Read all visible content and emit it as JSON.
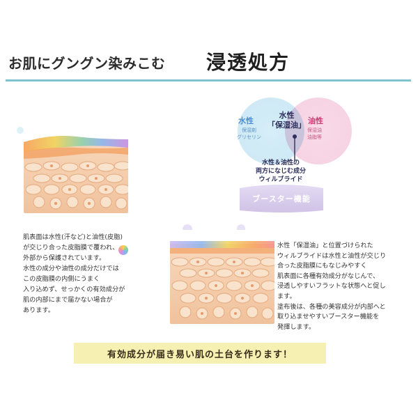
{
  "header": {
    "title_left": "お肌にグングン染みこむ",
    "title_right": "浸透処方"
  },
  "venn": {
    "left": {
      "title": "水性",
      "sub": [
        "保湿剤",
        "グリセリン"
      ]
    },
    "center": {
      "title": [
        "水性",
        "「保湿油」"
      ]
    },
    "right": {
      "title": "油性",
      "sub": [
        "保湿油",
        "油脂等"
      ]
    },
    "note": [
      "水性＆油性の",
      "両方になじむ成分",
      "ウィルブライド"
    ],
    "booster": "ブースター機能"
  },
  "left_text": [
    "肌表面は水性(汗など)と油性(皮脂)",
    "が交じり合った皮脂膜で覆われ、",
    "外部から保護されています。",
    "水性の成分や油性の成分だけでは",
    "この皮脂膜の内側にうまく",
    "入り込めず、せっかくの有効成分が",
    "肌の内部にまで届かない場合が",
    "あります。"
  ],
  "right_text": [
    "水性「保湿油」と位置づけられた",
    "ウィルブライドは水性と油性が交じり",
    "合った皮脂膜にもなじみやすく",
    "肌表面に各種有効成分がなじんで、",
    "浸透しやすいフラットな状態へと促し",
    "ます。",
    "塗布後は、各種の美容成分が内部へと",
    "取り込ませやすいブースター機能を",
    "発揮します。"
  ],
  "banner": "有効成分が届き易い肌の土台を作ります！",
  "colors": {
    "rule": "#7ec4cf",
    "water": "#bfe3f2",
    "oil": "#f4c6da",
    "booster": "#d7cdea",
    "banner": "#f6f1b2",
    "skin_base": "#f3ccaa"
  }
}
